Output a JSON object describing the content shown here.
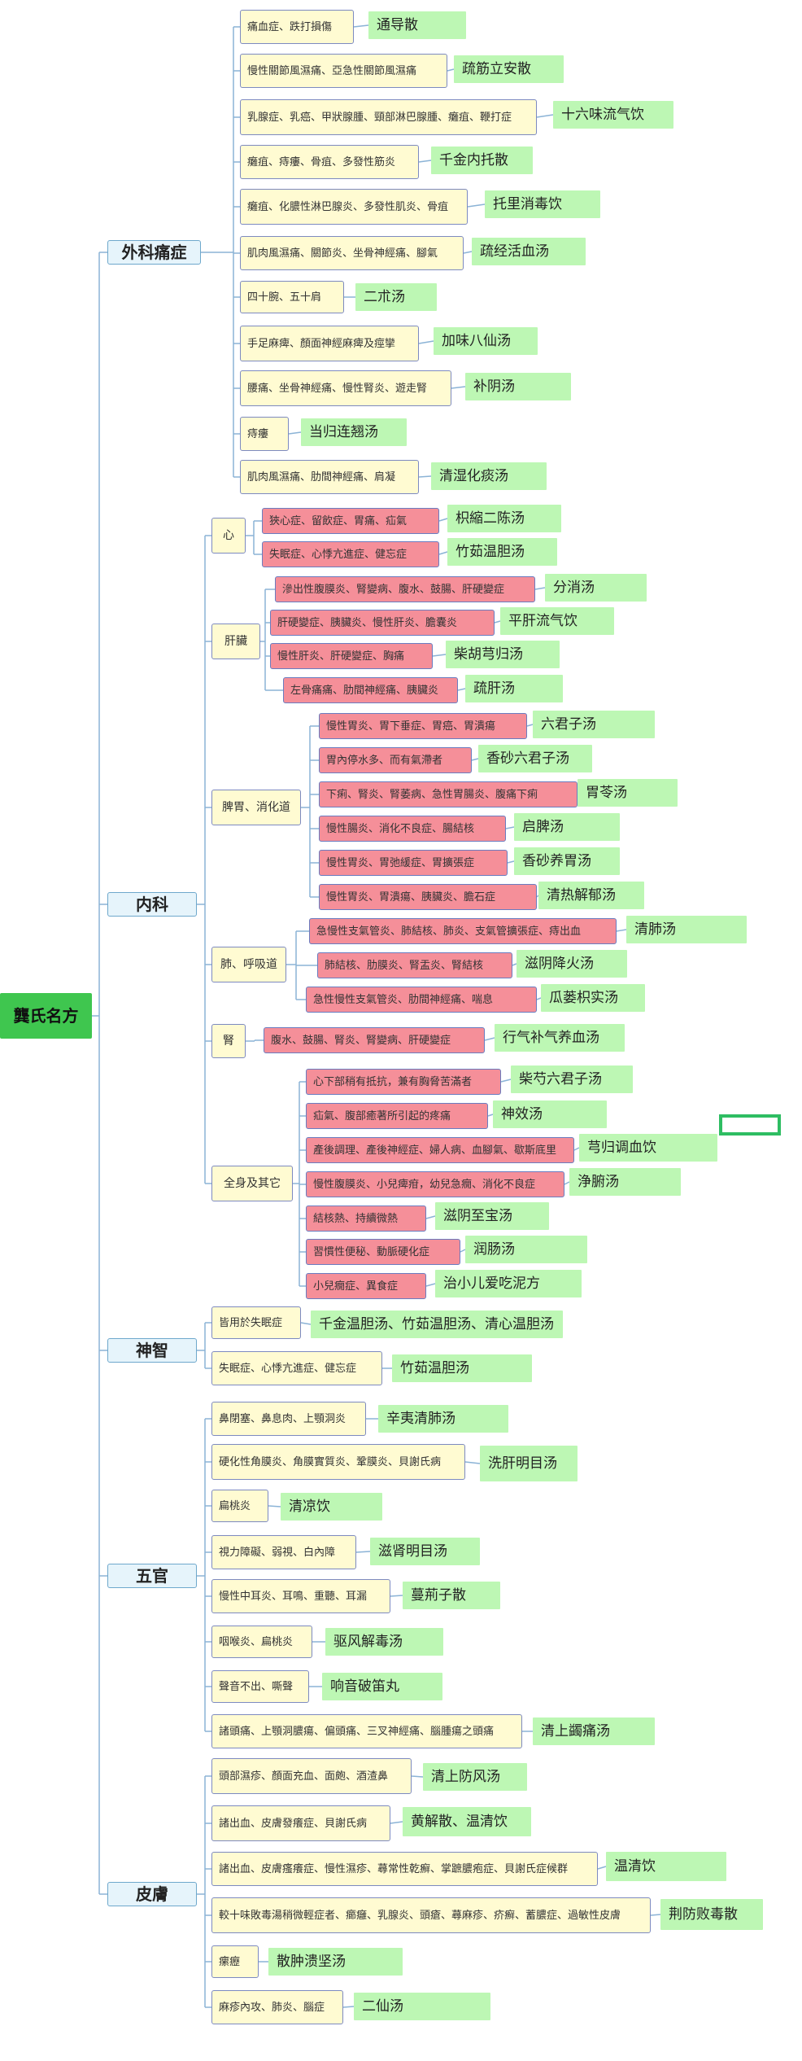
{
  "root": "龔氏名方",
  "categories": [
    {
      "label": "外科痛症",
      "items": [
        {
          "cond": "痛血症、跌打損傷",
          "rx": "通导散"
        },
        {
          "cond": "慢性關節風濕痛、亞急性關節風濕痛",
          "rx": "疏筋立安散"
        },
        {
          "cond": "乳腺症、乳癌、甲狀腺腫、頸部淋巴腺腫、癱疽、鞭打症",
          "rx": "十六味流气饮"
        },
        {
          "cond": "癱疽、痔瘻、骨疽、多發性筋炎",
          "rx": "千金内托散"
        },
        {
          "cond": "癱疽、化膿性淋巴腺炎、多發性肌炎、骨疽",
          "rx": "托里消毒饮"
        },
        {
          "cond": "肌肉風濕痛、關節炎、坐骨神經痛、腳氣",
          "rx": "疏经活血汤"
        },
        {
          "cond": "四十腕、五十肩",
          "rx": "二朮汤"
        },
        {
          "cond": "手足麻痺、顏面神經麻痺及痙攣",
          "rx": "加味八仙汤"
        },
        {
          "cond": "腰痛、坐骨神經痛、慢性腎炎、遊走腎",
          "rx": "补阴汤"
        },
        {
          "cond": "痔瘻",
          "rx": "当归连翘汤"
        },
        {
          "cond": "肌肉風濕痛、肋間神經痛、肩凝",
          "rx": "清湿化痰汤"
        }
      ]
    },
    {
      "label": "内科",
      "groups": [
        {
          "label": "心",
          "items": [
            {
              "cond": "狹心症、留飲症、胃痛、疝氣",
              "rx": "枳縮二陈汤"
            },
            {
              "cond": "失眠症、心悸亢進症、健忘症",
              "rx": "竹茹温胆汤"
            }
          ]
        },
        {
          "label": "肝臟",
          "items": [
            {
              "cond": "滲出性腹膜炎、腎變病、腹水、鼓腸、肝硬變症",
              "rx": "分消汤"
            },
            {
              "cond": "肝硬變症、胰臟炎、慢性肝炎、膽囊炎",
              "rx": "平肝流气饮"
            },
            {
              "cond": "慢性肝炎、肝硬變症、胸痛",
              "rx": "柴胡芎归汤"
            },
            {
              "cond": "左骨痛痛、肋間神經痛、胰臟炎",
              "rx": "疏肝汤"
            }
          ]
        },
        {
          "label": "脾胃、消化道",
          "items": [
            {
              "cond": "慢性胃炎、胃下垂症、胃癌、胃潰瘍",
              "rx": "六君子汤"
            },
            {
              "cond": "胃內停水多、而有氣滯者",
              "rx": "香砂六君子汤"
            },
            {
              "cond": "下痢、腎炎、腎萎病、急性胃腸炎、腹痛下痢",
              "rx": "胃苓汤"
            },
            {
              "cond": "慢性腸炎、消化不良症、腸結核",
              "rx": "启脾汤"
            },
            {
              "cond": "慢性胃炎、胃弛緩症、胃擴張症",
              "rx": "香砂养胃汤"
            },
            {
              "cond": "慢性胃炎、胃潰瘍、胰臟炎、膽石症",
              "rx": "清热解郁汤"
            }
          ]
        },
        {
          "label": "肺、呼吸道",
          "items": [
            {
              "cond": "急慢性支氣管炎、肺結核、肺炎、支氣管擴張症、痔出血",
              "rx": "清肺汤"
            },
            {
              "cond": "肺結核、肋膜炎、腎盂炎、腎結核",
              "rx": "滋阴降火汤"
            },
            {
              "cond": "急性慢性支氣管炎、肋間神經痛、喘息",
              "rx": "瓜蒌枳实汤"
            }
          ]
        },
        {
          "label": "腎",
          "items": [
            {
              "cond": "腹水、鼓腸、腎炎、腎變病、肝硬變症",
              "rx": "行气补气养血汤"
            }
          ]
        },
        {
          "label": "全身及其它",
          "items": [
            {
              "cond": "心下部稍有抵抗，兼有胸脅苦滿者",
              "rx": "柴芍六君子汤"
            },
            {
              "cond": "疝氣、腹部癒著所引起的疼痛",
              "rx": "神效汤"
            },
            {
              "cond": "產後調理、產後神經症、婦人病、血腳氣、歇斯底里",
              "rx": "芎归调血饮"
            },
            {
              "cond": "慢性腹膜炎、小兒痺疳，幼兒急癇、消化不良症",
              "rx": "浄腑汤"
            },
            {
              "cond": "結核熱、持續微熱",
              "rx": "滋阴至宝汤"
            },
            {
              "cond": "習慣性便秘、動脈硬化症",
              "rx": "润肠汤"
            },
            {
              "cond": "小兒癇症、異食症",
              "rx": "治小儿爱吃泥方"
            }
          ]
        }
      ]
    },
    {
      "label": "神智",
      "items": [
        {
          "cond": "皆用於失眠症",
          "rx": "千金温胆汤、竹茹温胆汤、清心温胆汤"
        },
        {
          "cond": "失眠症、心悸亢進症、健忘症",
          "rx": "竹茹温胆汤"
        }
      ]
    },
    {
      "label": "五官",
      "items": [
        {
          "cond": "鼻閉塞、鼻息肉、上顎洞炎",
          "rx": "辛夷清肺汤"
        },
        {
          "cond": "硬化性角膜炎、角膜實質炎、鞏膜炎、貝謝氏病",
          "rx": "洗肝明目汤"
        },
        {
          "cond": "扁桃炎",
          "rx": "清凉饮"
        },
        {
          "cond": "視力障礙、弱視、白內障",
          "rx": "滋肾明目汤"
        },
        {
          "cond": "慢性中耳炎、耳鳴、重聽、耳漏",
          "rx": "蔓荊子散"
        },
        {
          "cond": "咽喉炎、扁桃炎",
          "rx": "驱风解毒汤"
        },
        {
          "cond": "聲音不出、嘶聲",
          "rx": "响音破笛丸"
        },
        {
          "cond": "諸頭痛、上顎洞膿瘍、偏頭痛、三叉神經痛、腦腫瘍之頭痛",
          "rx": "清上蠲痛汤"
        }
      ]
    },
    {
      "label": "皮膚",
      "items": [
        {
          "cond": "頭部濕疹、顏面充血、面皰、酒渣鼻",
          "rx": "清上防风汤"
        },
        {
          "cond": "諸出血、皮膚發癢症、貝謝氏病",
          "rx": "黄解散、温清饮"
        },
        {
          "cond": "諸出血、皮膚瘙癢症、慢性濕疹、蕁常性乾癬、掌蹠膿疱症、貝謝氏症候群",
          "rx": "温清饮"
        },
        {
          "cond": "較十味敗毒湯稍微輕症者、癤癰、乳腺炎、頭瘡、蕁麻疹、疥癬、蓄膿症、過敏性皮膚",
          "rx": "荆防败毒散"
        },
        {
          "cond": "瘰癧",
          "rx": "散肿溃坚汤"
        },
        {
          "cond": "麻疹內攻、肺炎、腦症",
          "rx": "二仙汤"
        }
      ]
    }
  ]
}
